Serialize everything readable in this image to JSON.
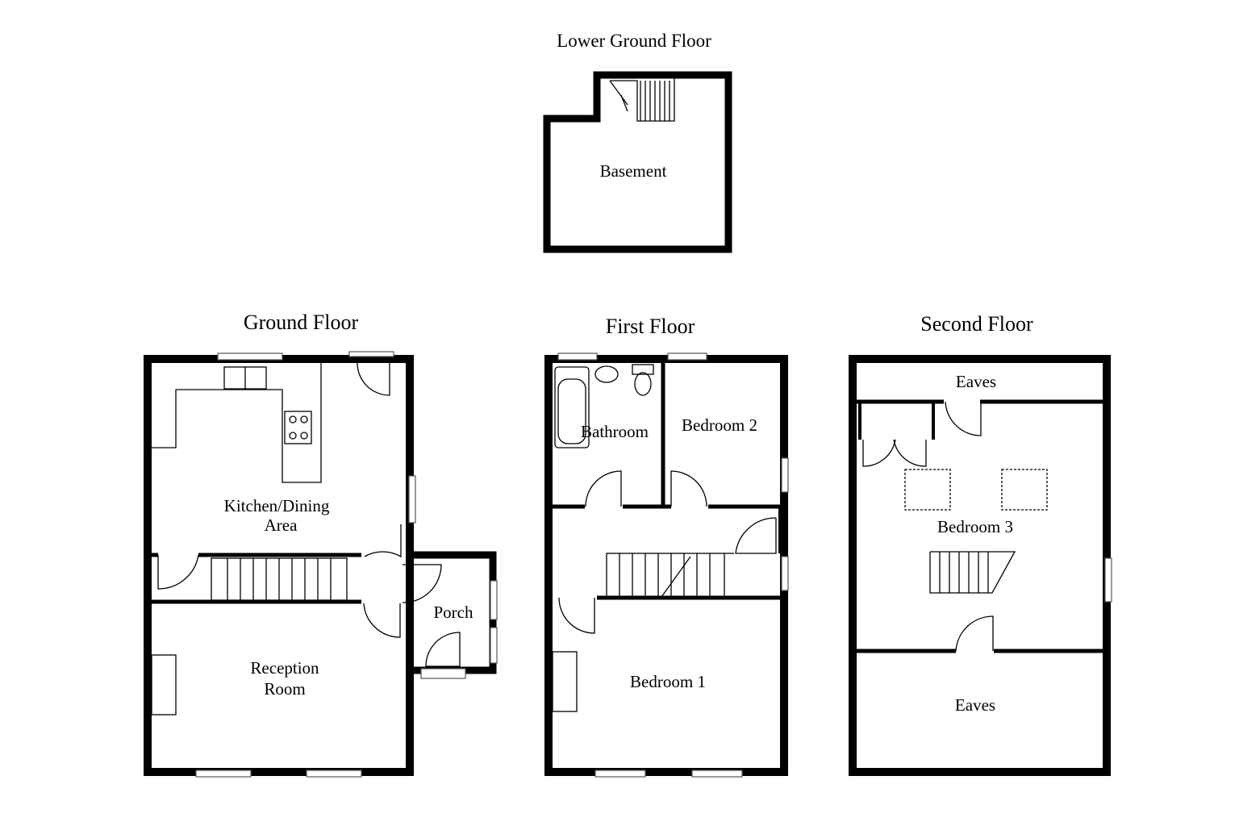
{
  "floors": {
    "lower_ground": {
      "title": "Lower Ground Floor",
      "rooms": {
        "basement": "Basement"
      }
    },
    "ground": {
      "title": "Ground Floor",
      "rooms": {
        "kitchen_line1": "Kitchen/Dining",
        "kitchen_line2": "Area",
        "reception_line1": "Reception",
        "reception_line2": "Room",
        "porch": "Porch"
      }
    },
    "first": {
      "title": "First Floor",
      "rooms": {
        "bathroom": "Bathroom",
        "bedroom2": "Bedroom 2",
        "bedroom1": "Bedroom 1"
      }
    },
    "second": {
      "title": "Second Floor",
      "rooms": {
        "eaves_top": "Eaves",
        "bedroom3": "Bedroom 3",
        "eaves_bottom": "Eaves"
      }
    }
  }
}
